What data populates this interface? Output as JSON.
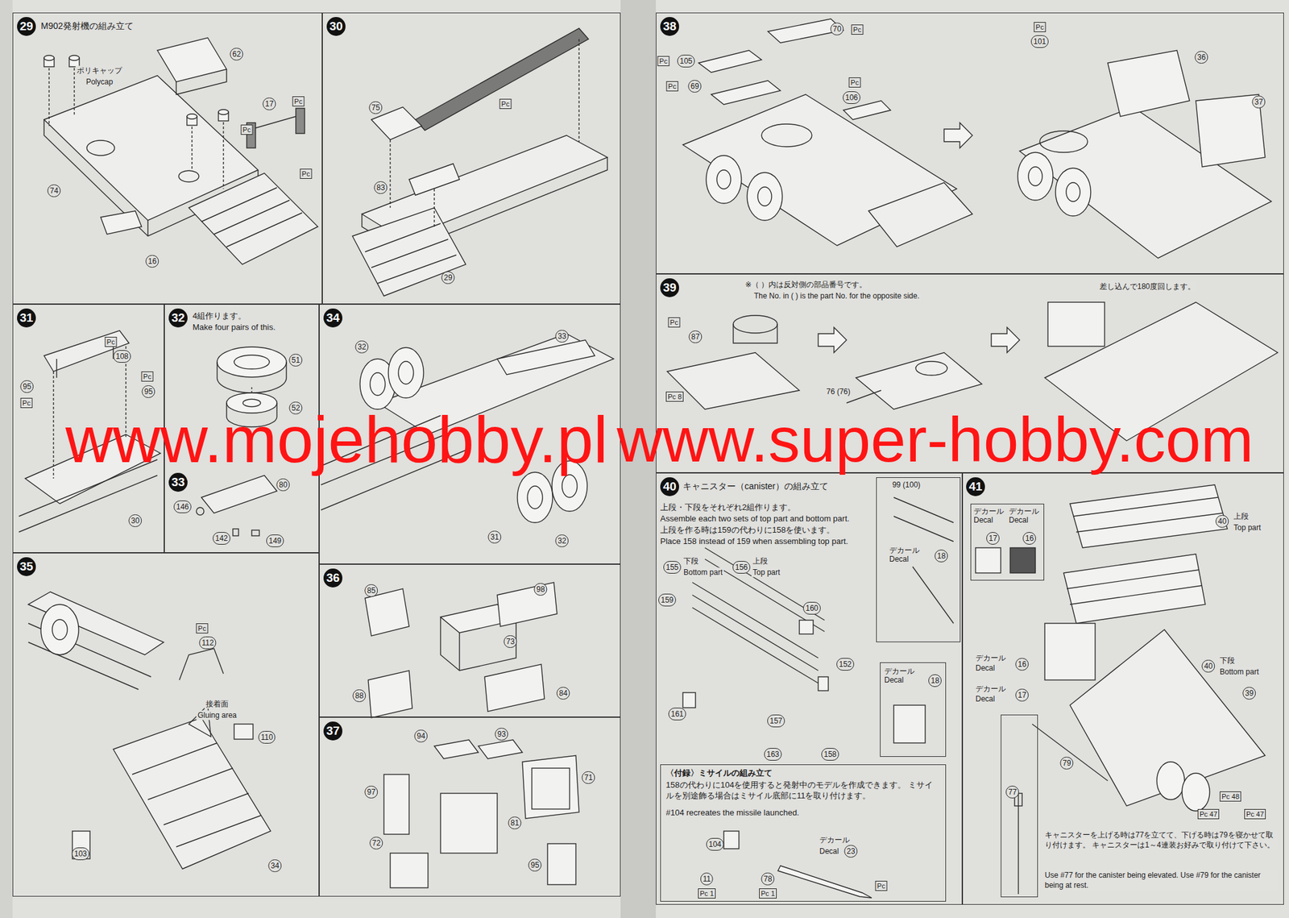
{
  "diagram": {
    "nodes": [
      {
        "text": [
          "29",
          "M902発射機の組み立て"
        ]
      },
      {
        "text": [
          "30"
        ]
      },
      {
        "text": [
          "31"
        ]
      },
      {
        "text": [
          "32",
          "4組作ります。",
          "Make four pairs of this."
        ]
      },
      {
        "text": [
          "33"
        ]
      },
      {
        "text": [
          "34"
        ]
      },
      {
        "text": [
          "35"
        ]
      },
      {
        "text": [
          "36"
        ]
      },
      {
        "text": [
          "37"
        ]
      },
      {
        "text": [
          "38"
        ]
      },
      {
        "text": [
          "39"
        ]
      },
      {
        "text": [
          "40",
          "キャニスター（canister）の組み立て",
          "上段・下段をそれぞれ2組作ります。",
          "Assemble each two sets of top part and bottom part.",
          "上段を作る時は159の代わりに158を使います。",
          "Place 158 instead of 159 when assembling top part."
        ]
      },
      {
        "text": [
          "デカール Decal",
          "18"
        ],
        "in": 11
      },
      {
        "text": [
          "デカール Decal",
          "18"
        ],
        "in": 11
      },
      {
        "text": [
          "〈付録〉ミサイルの組み立て",
          "158の代わりに104を使用すると発射中のモデルを作成できます。 ミサイルを別途飾る場合はミサイル底部に11を取り付けます。",
          "#104 recreates the missile launched."
        ],
        "in": 11
      },
      {
        "text": [
          "41"
        ]
      },
      {
        "text": [
          "デカール Decal",
          "17",
          "デカール Decal",
          "16"
        ],
        "in": 15
      },
      {
        "text": [
          "77"
        ],
        "in": 15
      }
    ],
    "labels": [
      "ポリキャップ",
      "Polycap",
      "62",
      "17",
      "Pc",
      "Pc",
      "Pc",
      "74",
      "16",
      "75",
      "Pc",
      "83",
      "29",
      "Pc",
      "108",
      "Pc",
      "95",
      "Pc",
      "95",
      "30",
      "51",
      "52",
      "80",
      "146",
      "142",
      "149",
      "32",
      "33",
      "31",
      "32",
      "Pc",
      "112",
      "接着面",
      "Gluing area",
      "110",
      "103",
      "34",
      "85",
      "98",
      "73",
      "88",
      "84",
      "94",
      "93",
      "71",
      "97",
      "81",
      "72",
      "95",
      "70",
      "Pc",
      "Pc",
      "105",
      "Pc",
      "69",
      "Pc",
      "106",
      "Pc",
      "101",
      "36",
      "37",
      "※（ ）内は反対側の部品番号です。",
      "The No. in ( ) is the part No. for the opposite side.",
      "差し込んで180度回します。",
      "Pc",
      "87",
      "76 (76)",
      "Pc 8",
      "99 (100)",
      "155",
      "下段",
      "Bottom part",
      "156",
      "上段",
      "Top part",
      "159",
      "160",
      "152",
      "161",
      "157",
      "163",
      "158",
      "104",
      "11",
      "Pc 1",
      "78",
      "Pc 1",
      "デカール",
      "Decal",
      "23",
      "Pc",
      "40",
      "上段",
      "Top part",
      "40",
      "下段",
      "Bottom part",
      "39",
      "デカール",
      "Decal",
      "16",
      "デカール",
      "Decal",
      "17",
      "79",
      "Pc 48",
      "Pc 47",
      "Pc 47",
      "キャニスターを上げる時は77を立てて、下げる時は79を寝かせて取り付けます。 キャニスターは1～4連装お好みで取り付けて下さい。",
      "Use #77 for the canister being elevated. Use #79 for the canister being at rest.",
      "www.mojehobby.pl",
      "www.super-hobby.com"
    ]
  }
}
